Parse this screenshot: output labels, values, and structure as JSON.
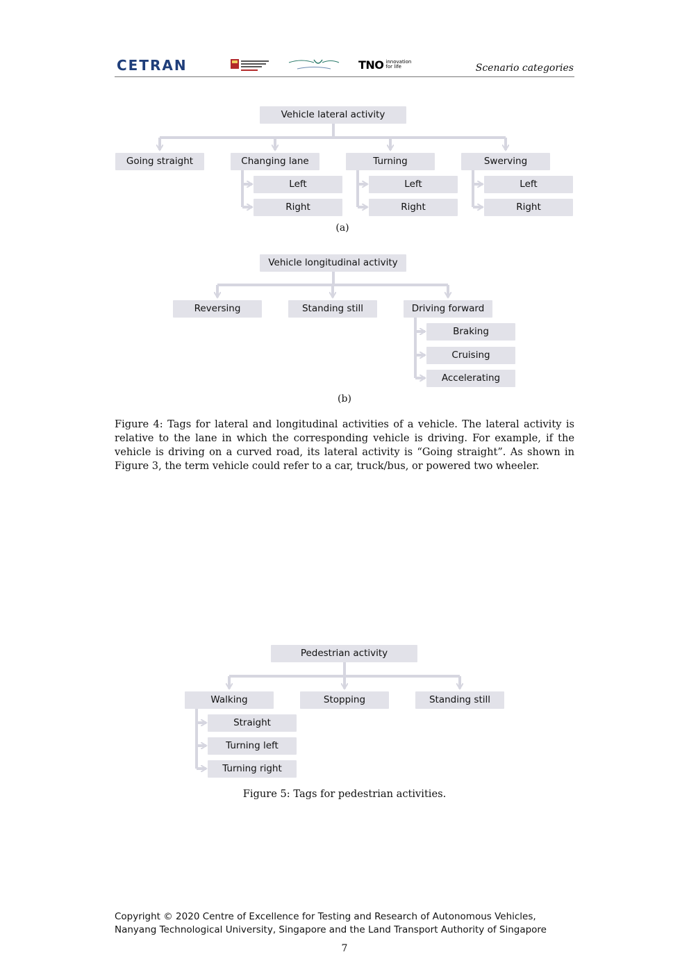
{
  "header": {
    "logo_text": "CETRAN",
    "tno_word": "TNO",
    "tno_tagline_1": "innovation",
    "tno_tagline_2": "for life",
    "running_head": "Scenario categories"
  },
  "figure4a": {
    "root": "Vehicle lateral activity",
    "children": [
      {
        "label": "Going straight",
        "sub": []
      },
      {
        "label": "Changing lane",
        "sub": [
          "Left",
          "Right"
        ]
      },
      {
        "label": "Turning",
        "sub": [
          "Left",
          "Right"
        ]
      },
      {
        "label": "Swerving",
        "sub": [
          "Left",
          "Right"
        ]
      }
    ],
    "sublabel": "(a)"
  },
  "figure4b": {
    "root": "Vehicle longitudinal activity",
    "children": [
      {
        "label": "Reversing",
        "sub": []
      },
      {
        "label": "Standing still",
        "sub": []
      },
      {
        "label": "Driving forward",
        "sub": [
          "Braking",
          "Cruising",
          "Accelerating"
        ]
      }
    ],
    "sublabel": "(b)"
  },
  "figure4_caption": "Figure 4: Tags for lateral and longitudinal activities of a vehicle. The lateral activity is relative to the lane in which the corresponding vehicle is driving. For example, if the vehicle is driving on a curved road, its lateral activity is “Going straight”. As shown in Figure 3, the term vehicle could refer to a car, truck/bus, or powered two wheeler.",
  "figure5": {
    "root": "Pedestrian activity",
    "children": [
      {
        "label": "Walking",
        "sub": [
          "Straight",
          "Turning left",
          "Turning right"
        ]
      },
      {
        "label": "Stopping",
        "sub": []
      },
      {
        "label": "Standing still",
        "sub": []
      }
    ]
  },
  "figure5_caption": "Figure 5: Tags for pedestrian activities.",
  "footer": {
    "line1": "Copyright © 2020 Centre of Excellence for Testing and Research of Autonomous Vehicles,",
    "line2": "Nanyang Technological University, Singapore and the Land Transport Authority of Singapore"
  },
  "page_number": "7",
  "colors": {
    "node_fill": "#e2e2e9",
    "connector": "#d6d6e0",
    "logo": "#1f3e7a"
  }
}
